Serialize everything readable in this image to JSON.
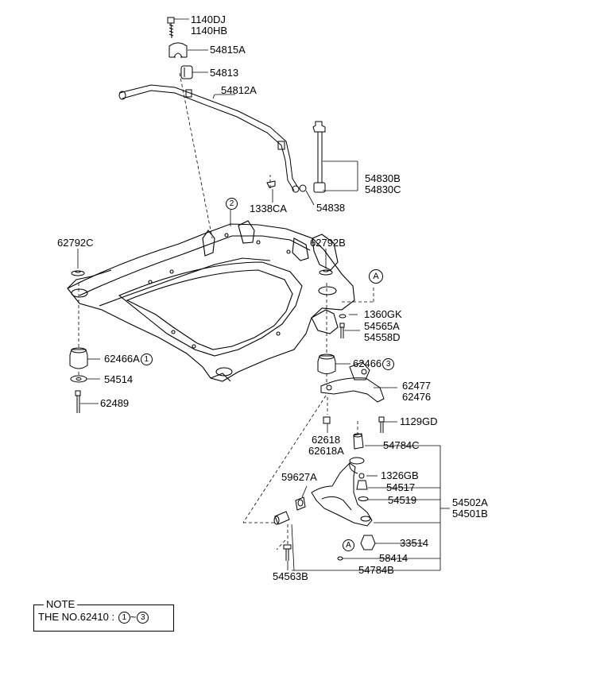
{
  "labels": {
    "p1140DJ": "1140DJ",
    "p1140HB": "1140HB",
    "p54815A": "54815A",
    "p54813": "54813",
    "p54812A": "54812A",
    "p54830B": "54830B",
    "p54830C": "54830C",
    "p1338CA": "1338CA",
    "p54838": "54838",
    "p62792C": "62792C",
    "p62792B": "62792B",
    "p1360GK": "1360GK",
    "p54565A": "54565A",
    "p54558D": "54558D",
    "p62466A": "62466A",
    "p54514": "54514",
    "p62489": "62489",
    "p62466": "62466",
    "p62477": "62477",
    "p62476": "62476",
    "p1129GD": "1129GD",
    "p62618": "62618",
    "p62618A": "62618A",
    "p54784C": "54784C",
    "p1326GB": "1326GB",
    "p59627A": "59627A",
    "p54517": "54517",
    "p54519": "54519",
    "p54502A": "54502A",
    "p54501B": "54501B",
    "p33514": "33514",
    "p58414": "58414",
    "p54563B": "54563B",
    "p54784B": "54784B"
  },
  "markers": {
    "circ1": "1",
    "circ2": "2",
    "circ3": "3",
    "refA": "A"
  },
  "note": {
    "title": "NOTE",
    "text": "THE NO.62410 : ",
    "range_from": "1",
    "range_sep": "~",
    "range_to": "3"
  }
}
